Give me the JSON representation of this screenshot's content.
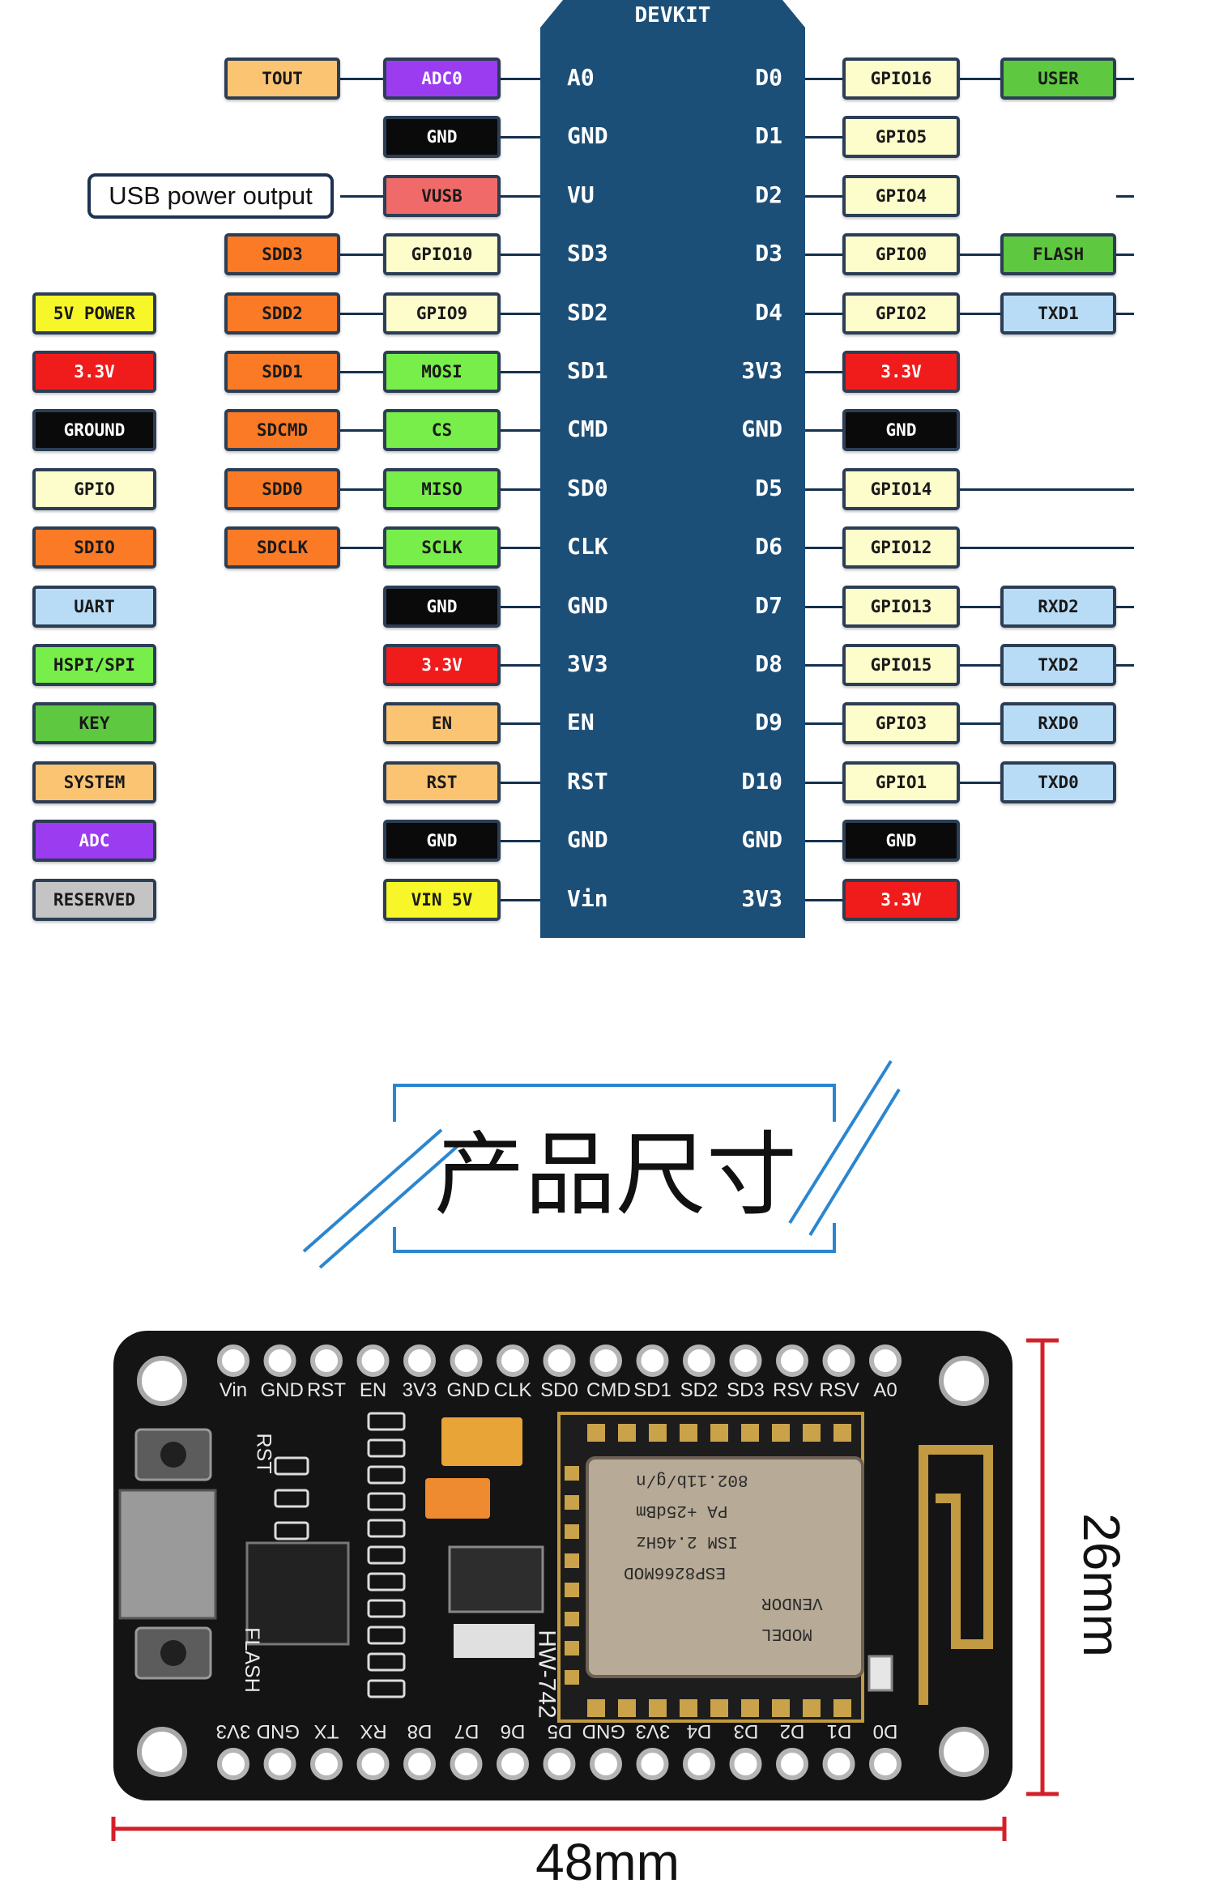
{
  "diagram": {
    "module_title": "DEVKIT",
    "left_pins": [
      "A0",
      "GND",
      "VU",
      "SD3",
      "SD2",
      "SD1",
      "CMD",
      "SD0",
      "CLK",
      "GND",
      "3V3",
      "EN",
      "RST",
      "GND",
      "Vin"
    ],
    "right_pins": [
      "D0",
      "D1",
      "D2",
      "D3",
      "D4",
      "3V3",
      "GND",
      "D5",
      "D6",
      "D7",
      "D8",
      "D9",
      "D10",
      "GND",
      "3V3"
    ],
    "left_inner": [
      {
        "text": "ADC0",
        "color": "#9b3cf0"
      },
      {
        "text": "GND",
        "color": "#0a0a0a"
      },
      {
        "text": "VUSB",
        "color": "#f06a6a"
      },
      {
        "text": "GPIO10",
        "color": "#fdfccb"
      },
      {
        "text": "GPIO9",
        "color": "#fdfccb"
      },
      {
        "text": "MOSI",
        "color": "#78ee4a"
      },
      {
        "text": "CS",
        "color": "#78ee4a"
      },
      {
        "text": "MISO",
        "color": "#78ee4a"
      },
      {
        "text": "SCLK",
        "color": "#78ee4a"
      },
      {
        "text": "GND",
        "color": "#0a0a0a"
      },
      {
        "text": "3.3V",
        "color": "#f01c1c"
      },
      {
        "text": "EN",
        "color": "#fbc473"
      },
      {
        "text": "RST",
        "color": "#fbc473"
      },
      {
        "text": "GND",
        "color": "#0a0a0a"
      },
      {
        "text": "VIN 5V",
        "color": "#f6f628"
      }
    ],
    "left_outer": [
      {
        "row": 0,
        "text": "TOUT",
        "color": "#fbc473"
      },
      {
        "row": 3,
        "text": "SDD3",
        "color": "#fa7a26"
      },
      {
        "row": 4,
        "text": "SDD2",
        "color": "#fa7a26"
      },
      {
        "row": 5,
        "text": "SDD1",
        "color": "#fa7a26"
      },
      {
        "row": 6,
        "text": "SDCMD",
        "color": "#fa7a26"
      },
      {
        "row": 7,
        "text": "SDD0",
        "color": "#fa7a26"
      },
      {
        "row": 8,
        "text": "SDCLK",
        "color": "#fa7a26"
      }
    ],
    "usb_note": "USB power output",
    "right_inner": [
      {
        "text": "GPIO16",
        "color": "#fdfccb"
      },
      {
        "text": "GPIO5",
        "color": "#fdfccb"
      },
      {
        "text": "GPIO4",
        "color": "#fdfccb"
      },
      {
        "text": "GPIO0",
        "color": "#fdfccb"
      },
      {
        "text": "GPIO2",
        "color": "#fdfccb"
      },
      {
        "text": "3.3V",
        "color": "#f01c1c"
      },
      {
        "text": "GND",
        "color": "#0a0a0a"
      },
      {
        "text": "GPIO14",
        "color": "#fdfccb"
      },
      {
        "text": "GPIO12",
        "color": "#fdfccb"
      },
      {
        "text": "GPIO13",
        "color": "#fdfccb"
      },
      {
        "text": "GPIO15",
        "color": "#fdfccb"
      },
      {
        "text": "GPIO3",
        "color": "#fdfccb"
      },
      {
        "text": "GPIO1",
        "color": "#fdfccb"
      },
      {
        "text": "GND",
        "color": "#0a0a0a"
      },
      {
        "text": "3.3V",
        "color": "#f01c1c"
      }
    ],
    "right_outer": [
      {
        "row": 0,
        "text": "USER",
        "color": "#5ec940"
      },
      {
        "row": 3,
        "text": "FLASH",
        "color": "#5ec940"
      },
      {
        "row": 4,
        "text": "TXD1",
        "color": "#b9dcf6"
      },
      {
        "row": 9,
        "text": "RXD2",
        "color": "#b9dcf6"
      },
      {
        "row": 10,
        "text": "TXD2",
        "color": "#b9dcf6"
      },
      {
        "row": 11,
        "text": "RXD0",
        "color": "#b9dcf6"
      },
      {
        "row": 12,
        "text": "TXD0",
        "color": "#b9dcf6"
      }
    ],
    "legend": [
      {
        "text": "5V POWER",
        "color": "#f6f628"
      },
      {
        "text": "3.3V",
        "color": "#f01c1c"
      },
      {
        "text": "GROUND",
        "color": "#0a0a0a"
      },
      {
        "text": "GPIO",
        "color": "#fdfccb"
      },
      {
        "text": "SDIO",
        "color": "#fa7a26"
      },
      {
        "text": "UART",
        "color": "#b9dcf6"
      },
      {
        "text": "HSPI/SPI",
        "color": "#78ee4a"
      },
      {
        "text": "KEY",
        "color": "#5ec940"
      },
      {
        "text": "SYSTEM",
        "color": "#fbc473"
      },
      {
        "text": "ADC",
        "color": "#9b3cf0"
      },
      {
        "text": "RESERVED",
        "color": "#c4c4c4"
      }
    ]
  },
  "section_title": "产品尺寸",
  "board": {
    "top_pins": [
      "Vin",
      "GND",
      "RST",
      "EN",
      "3V3",
      "GND",
      "CLK",
      "SD0",
      "CMD",
      "SD1",
      "SD2",
      "SD3",
      "RSV",
      "RSV",
      "A0"
    ],
    "bottom_pins": [
      "3V3",
      "GND",
      "TX",
      "RX",
      "D8",
      "D7",
      "D6",
      "D5",
      "GND",
      "3V3",
      "D4",
      "D3",
      "D2",
      "D1",
      "D0"
    ],
    "label_rst": "RST",
    "label_flash": "FLASH",
    "label_model": "HW-742",
    "chip_lines": [
      "802.11b/g/n",
      "PA +25dBm",
      "ISM 2.4GHz",
      "ESP8266MOD",
      "VENDOR",
      "MODEL"
    ],
    "width_label": "48mm",
    "height_label": "26mm"
  },
  "colors": {
    "module": "#1c4f78",
    "line": "#16314f",
    "board": "#141414",
    "dimension": "#d4202a"
  }
}
